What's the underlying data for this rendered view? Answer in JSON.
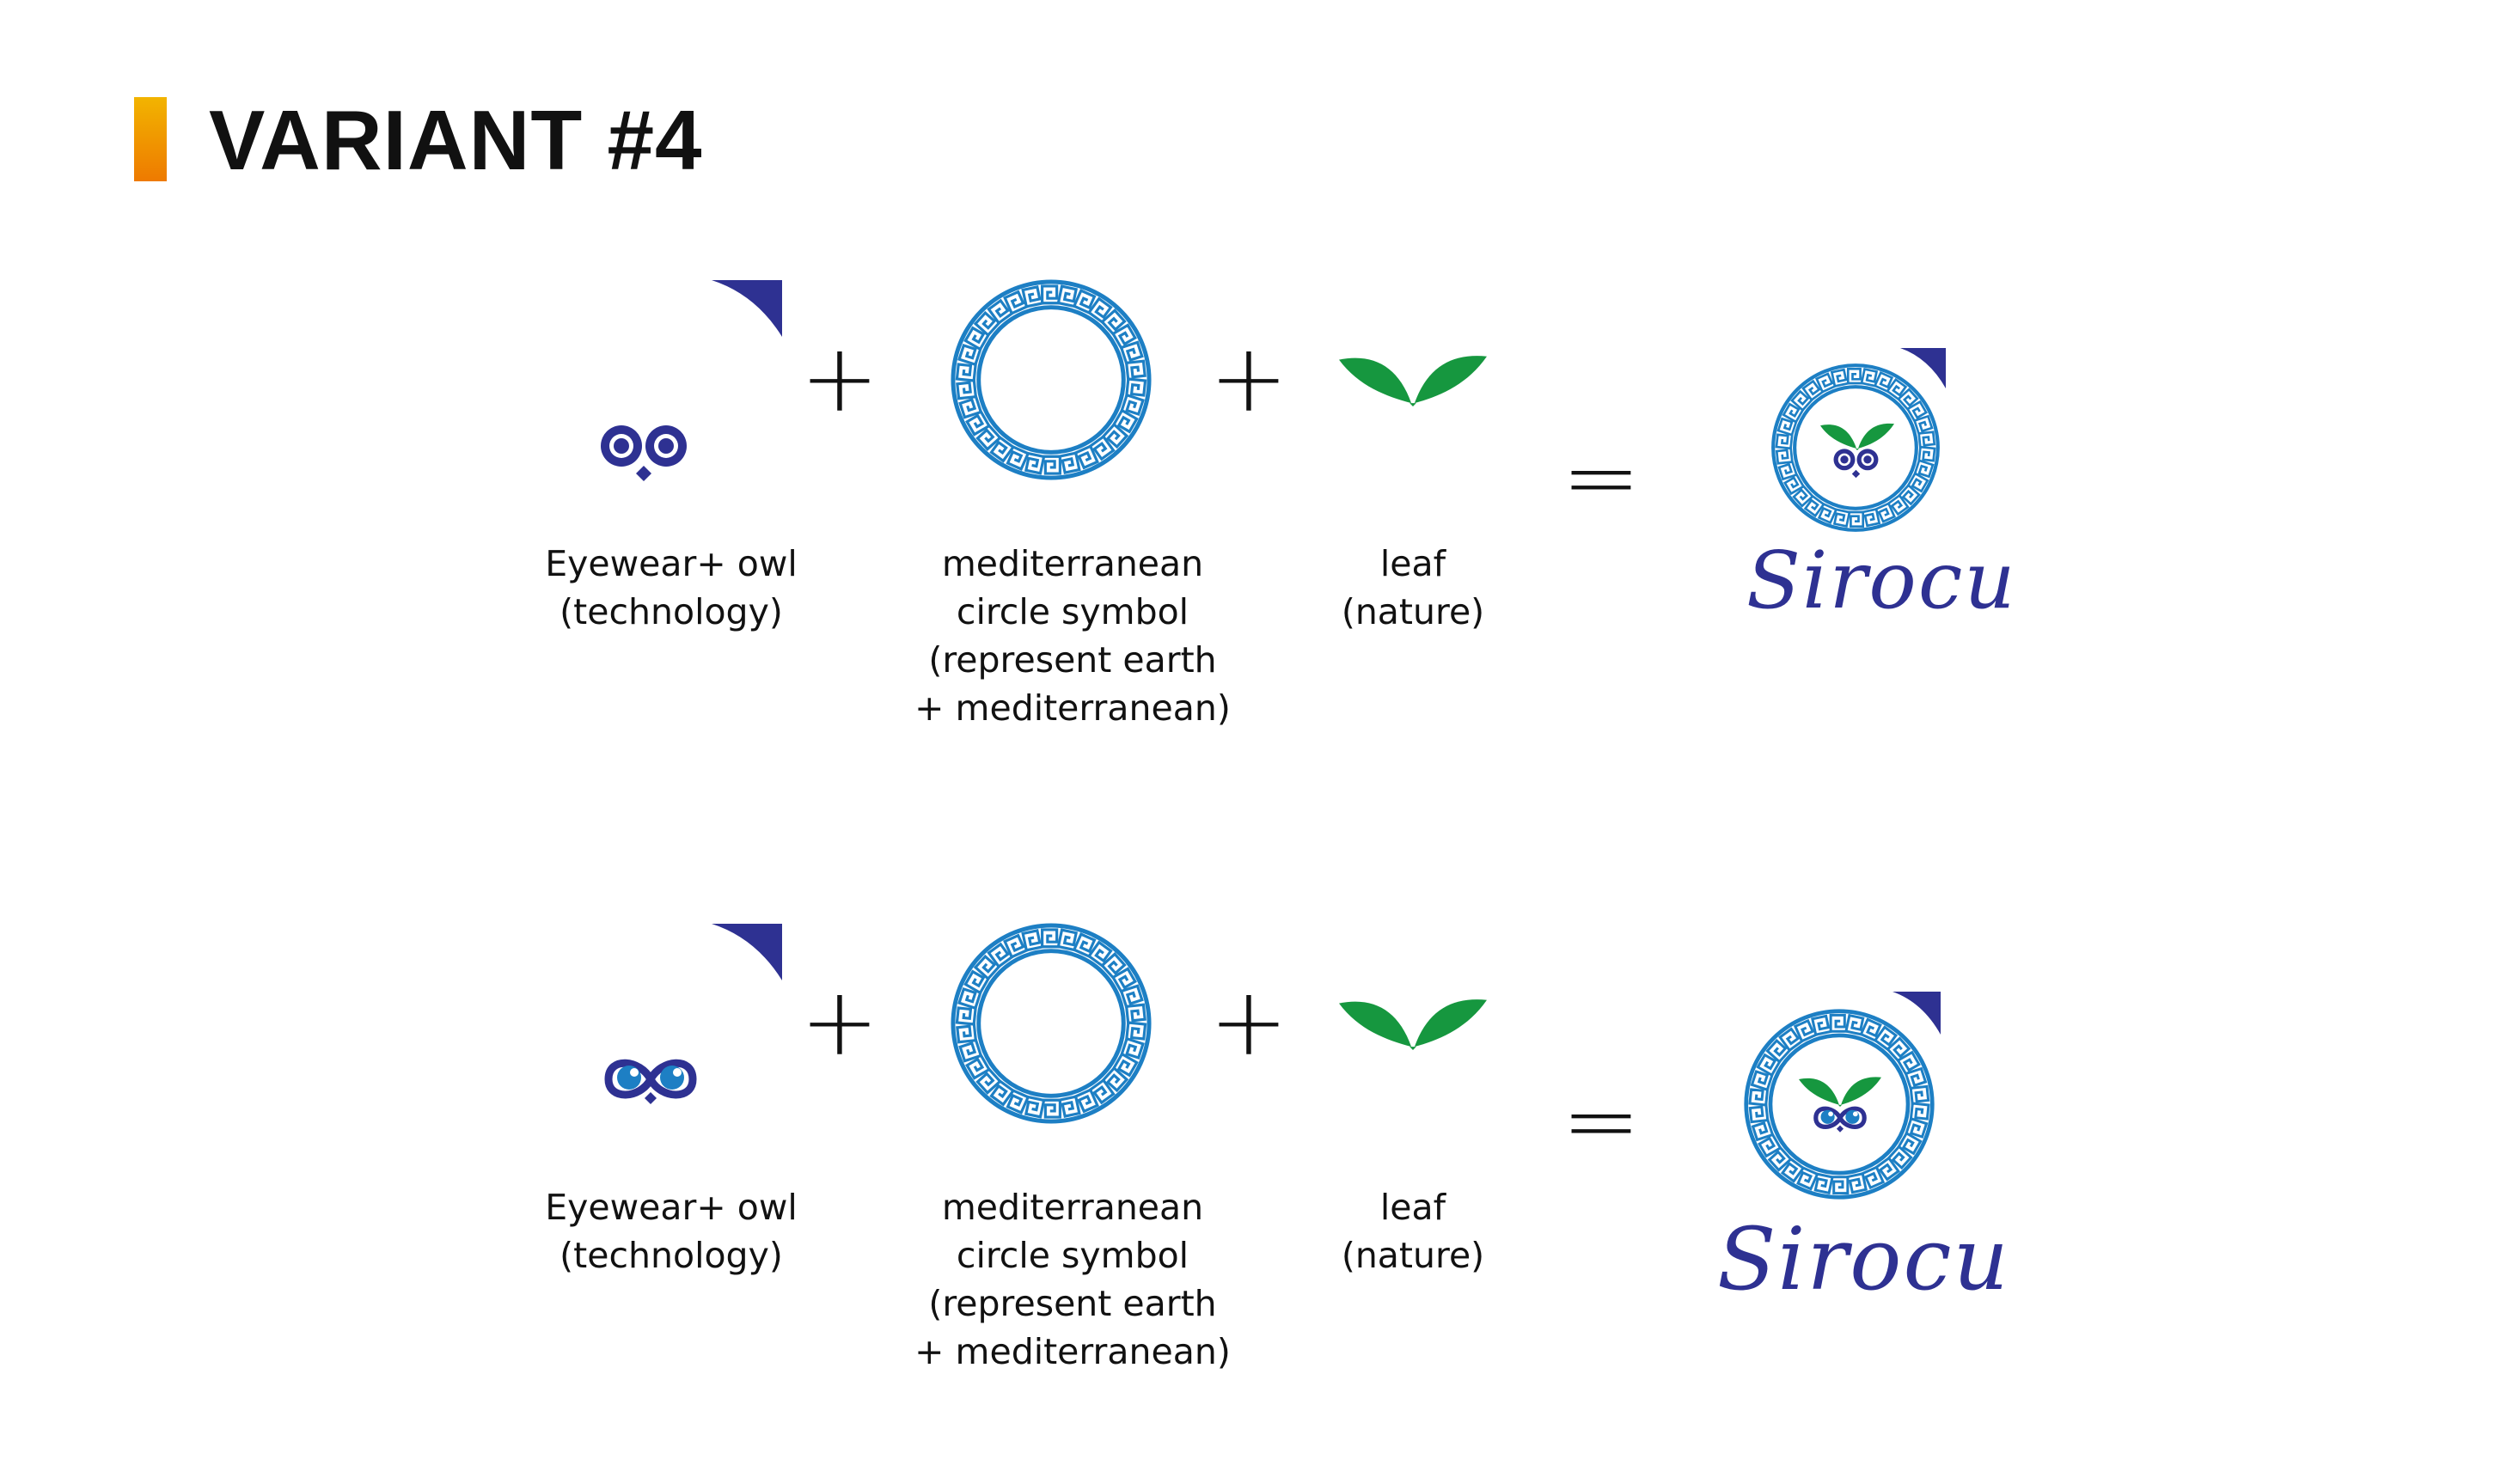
{
  "title": "VARIANT #4",
  "colors": {
    "accent_top": "#f2b400",
    "accent_bottom": "#ee7a00",
    "navy": "#2e3192",
    "meander_blue": "#1d7fc4",
    "leaf_green": "#16973f"
  },
  "operators": {
    "plus": "+",
    "equals": "="
  },
  "rows": [
    {
      "owl_style": "round-eyes",
      "labels": {
        "owl": "Eyewear+ owl\n(technology)",
        "circle": "mediterranean\ncircle symbol\n(represent earth\n+ mediterranean)",
        "leaf": "leaf\n(nature)"
      },
      "result_wordmark": "Sirocu"
    },
    {
      "owl_style": "infinity-eyes",
      "labels": {
        "owl": "Eyewear+ owl\n(technology)",
        "circle": "mediterranean\ncircle symbol\n(represent earth\n+ mediterranean)",
        "leaf": "leaf\n(nature)"
      },
      "result_wordmark": "Sirocu"
    }
  ]
}
